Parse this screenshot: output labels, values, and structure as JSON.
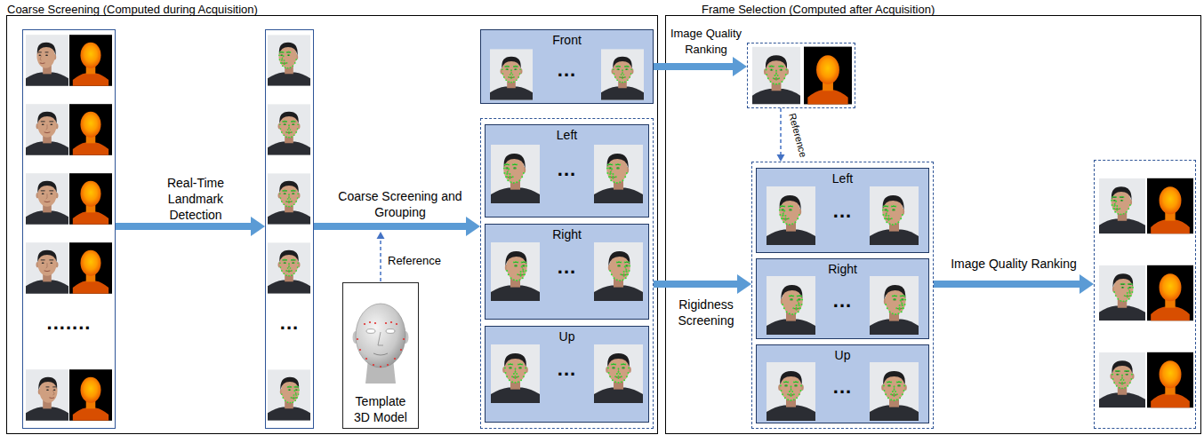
{
  "diagram": {
    "nodes": [
      {
        "text": [
          "Coarse Screening (Computed during Acquisition)"
        ]
      },
      {
        "text": [
          "......."
        ],
        "in": 0
      },
      {
        "text": [
          "..."
        ],
        "in": 0
      },
      {
        "text": [
          "Template 3D Model"
        ],
        "in": 0
      },
      {
        "text": [
          "Front",
          "..."
        ],
        "in": 0
      },
      {
        "text": [],
        "in": 0
      },
      {
        "text": [
          "Left",
          "..."
        ],
        "in": 5
      },
      {
        "text": [
          "Right",
          "..."
        ],
        "in": 5
      },
      {
        "text": [
          "Up",
          "..."
        ],
        "in": 5
      },
      {
        "text": [
          "Frame Selection (Computed after Acquisition)"
        ]
      },
      {
        "text": [],
        "in": 9
      },
      {
        "text": [],
        "in": 9
      },
      {
        "text": [
          "Left",
          "..."
        ],
        "in": 11
      },
      {
        "text": [
          "Right",
          "..."
        ],
        "in": 11
      },
      {
        "text": [
          "Up",
          "..."
        ],
        "in": 11
      },
      {
        "text": [],
        "in": 9
      }
    ],
    "edges": [
      {
        "from": 1,
        "to": 2,
        "arrow": "to",
        "label": "Real-Time Landmark Detection"
      },
      {
        "from": 2,
        "to": 5,
        "arrow": "to",
        "label": "Coarse Screening and Grouping"
      },
      {
        "from": 4,
        "to": 10,
        "arrow": "to",
        "label": "Image Quality Ranking"
      },
      {
        "from": 10,
        "to": 11,
        "arrow": "to",
        "label": "Reference"
      },
      {
        "from": 5,
        "to": 11,
        "arrow": "to",
        "label": "Rigidness Screening"
      },
      {
        "from": 11,
        "to": 15,
        "arrow": "to",
        "label": "Image Quality Ranking"
      }
    ],
    "labels": [
      "Reference"
    ]
  }
}
